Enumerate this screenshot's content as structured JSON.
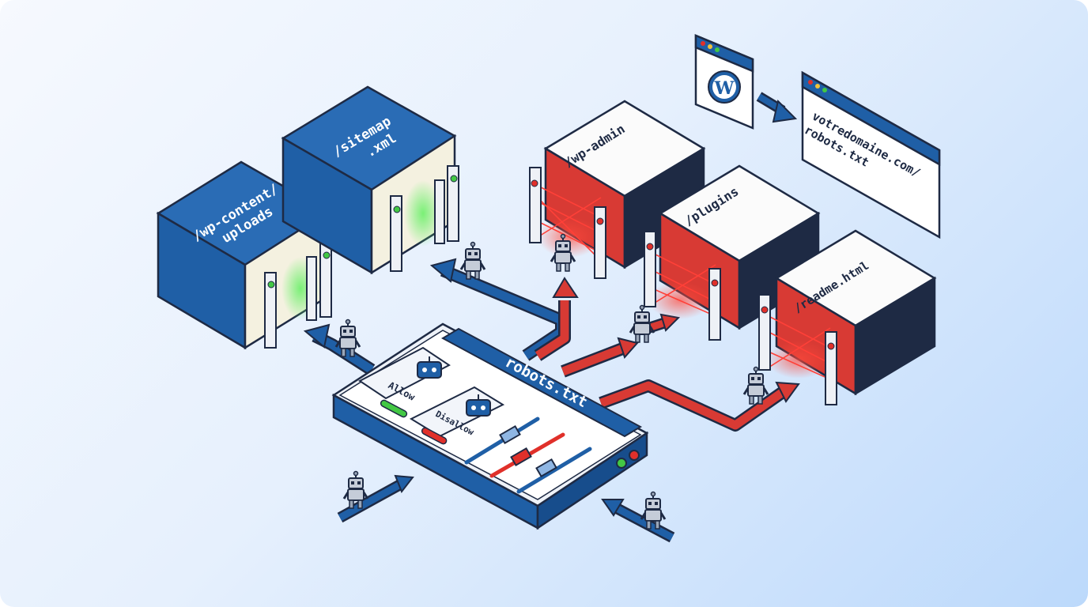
{
  "diagram": {
    "folders": [
      {
        "id": "uploads",
        "label_lines": [
          "/wp-content/",
          "uploads"
        ],
        "access": "allowed"
      },
      {
        "id": "sitemap",
        "label_lines": [
          "/sitemap",
          ".xml"
        ],
        "access": "allowed"
      },
      {
        "id": "wpadmin",
        "label_lines": [
          "/wp-admin"
        ],
        "access": "blocked"
      },
      {
        "id": "plugins",
        "label_lines": [
          "/plugins"
        ],
        "access": "blocked"
      },
      {
        "id": "readme",
        "label_lines": [
          "/readme.html"
        ],
        "access": "blocked"
      }
    ],
    "console": {
      "title": "robots.txt",
      "allow_label": "Allow",
      "disallow_label": "Disallow"
    },
    "url_window": {
      "lines": [
        "votredomaine.com/",
        "robots.txt"
      ]
    },
    "source_icon": "wordpress-icon",
    "colors": {
      "allow_cube": "#1f5fa6",
      "block_cube": "#d83a34",
      "dark": "#1e2a44",
      "green": "#43c844",
      "red": "#e0302a",
      "arrow_blue": "#1f5fa6",
      "arrow_red": "#d83a34"
    }
  }
}
